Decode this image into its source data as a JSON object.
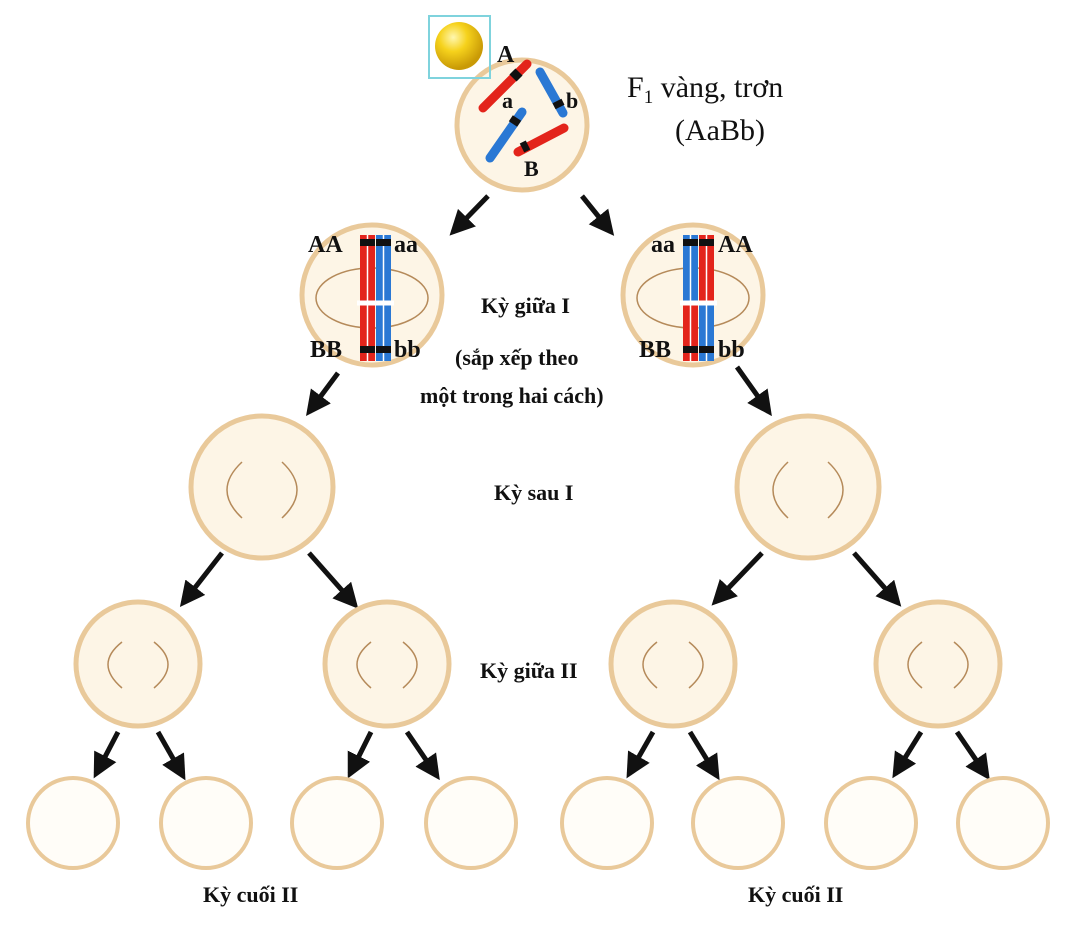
{
  "header": {
    "f1_prefix": "F",
    "f1_sub": "1",
    "f1_title": " vàng, trơn",
    "f1_genotype": "(AaBb)"
  },
  "parent_alleles": {
    "A": "A",
    "a": "a",
    "b": "b",
    "B": "B"
  },
  "metaphase1_left": {
    "top_left": "AA",
    "top_right": "aa",
    "bottom_left": "BB",
    "bottom_right": "bb"
  },
  "metaphase1_right": {
    "top_left": "aa",
    "top_right": "AA",
    "bottom_left": "BB",
    "bottom_right": "bb"
  },
  "stages": {
    "metaphase1_line1": "Kỳ giữa I",
    "metaphase1_line2": "(sắp xếp theo",
    "metaphase1_line3": "một trong hai cách)",
    "anaphase1": "Kỳ sau I",
    "metaphase2": "Kỳ giữa II",
    "telophase2_left": "Kỳ cuối II",
    "telophase2_right": "Kỳ cuối II"
  },
  "colors": {
    "cell_fill": "#fdf5e6",
    "cell_stroke": "#e9c99a",
    "spindle": "#b58a5a",
    "chromosome_red": "#e3241b",
    "chromosome_blue": "#2a78d4",
    "centromere": "#111111",
    "seed": "#f2c21a",
    "seed_box": "#7fd3dd",
    "arrow": "#111111"
  }
}
